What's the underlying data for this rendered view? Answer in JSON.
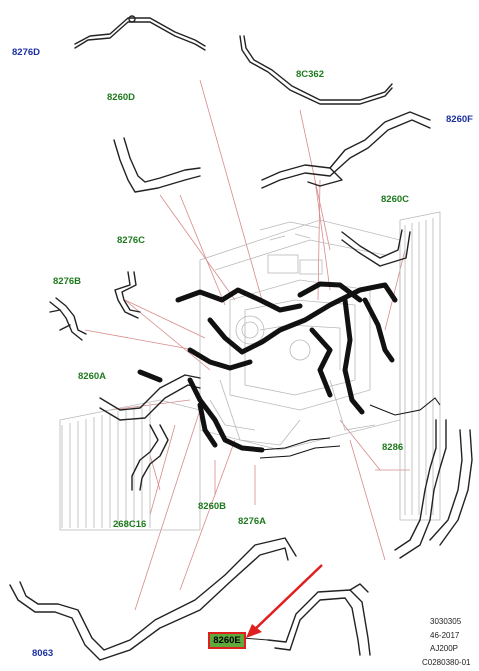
{
  "labels": {
    "l8276D": "8276D",
    "l8C362": "8C362",
    "l8260D": "8260D",
    "l8260F": "8260F",
    "l8276C": "8276C",
    "l8260C": "8260C",
    "l8276B": "8276B",
    "l8260A": "8260A",
    "l8286": "8286",
    "l8260B": "8260B",
    "l8276A": "8276A",
    "l268C16": "268C16",
    "l8063": "8063",
    "l8260E": "8260E"
  },
  "reference": {
    "line1": "3030305",
    "line2": "46-2017",
    "line3": "AJ200P",
    "line4": "C0280380-01"
  },
  "colors": {
    "label_green": "#1e7a1e",
    "label_blue": "#1a2fa0",
    "highlight_fill": "#5fa83a",
    "highlight_border": "#e02020",
    "leader_line": "#d88a8a",
    "arrow": "#e02020"
  }
}
